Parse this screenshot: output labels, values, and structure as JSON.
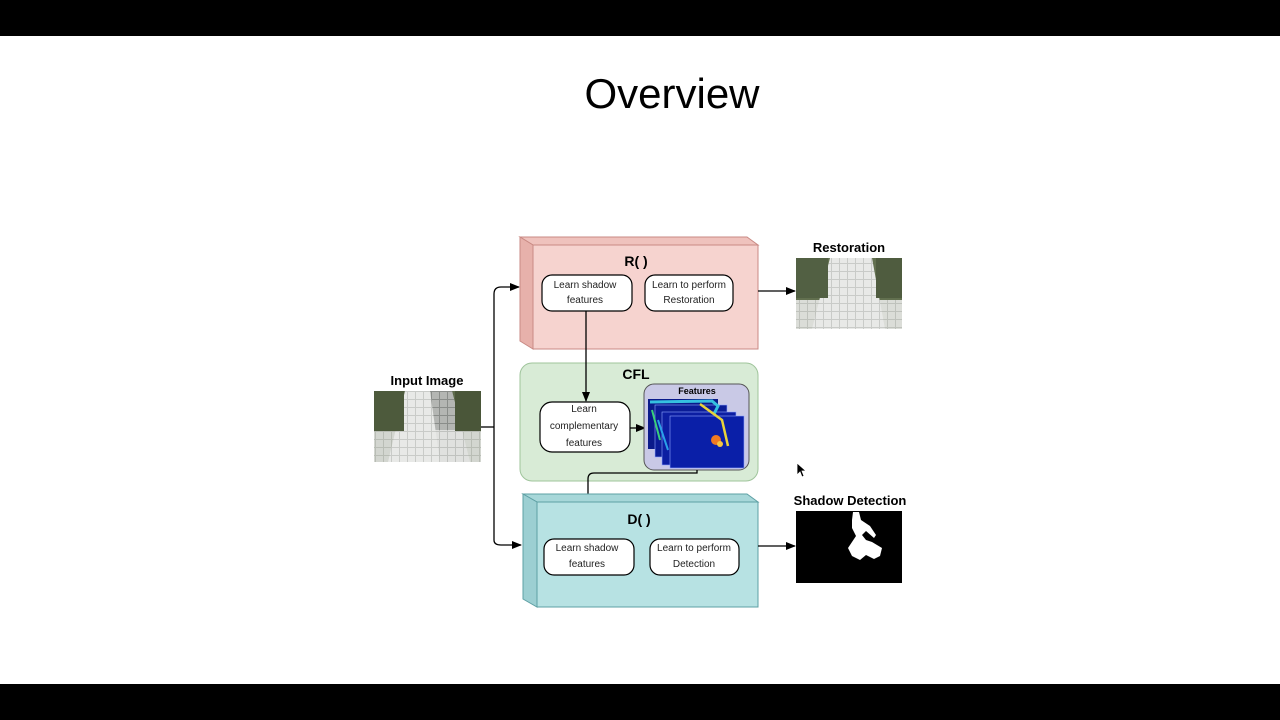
{
  "slide": {
    "title": "Overview"
  },
  "diagram": {
    "input_label": "Input Image",
    "restoration_label": "Restoration",
    "detection_label": "Shadow Detection",
    "r_block": {
      "title": "R( )",
      "box1_line1": "Learn shadow",
      "box1_line2": "features",
      "box2_line1": "Learn to perform",
      "box2_line2": "Restoration",
      "color": "#f6d3cf"
    },
    "cfl_block": {
      "title": "CFL",
      "box_line1": "Learn",
      "box_line2": "complementary",
      "box_line3": "features",
      "features_label": "Features",
      "color": "#d8ebd6"
    },
    "d_block": {
      "title": "D( )",
      "box1_line1": "Learn shadow",
      "box1_line2": "features",
      "box2_line1": "Learn to perform",
      "box2_line2": "Detection",
      "color": "#b7e2e3"
    }
  }
}
